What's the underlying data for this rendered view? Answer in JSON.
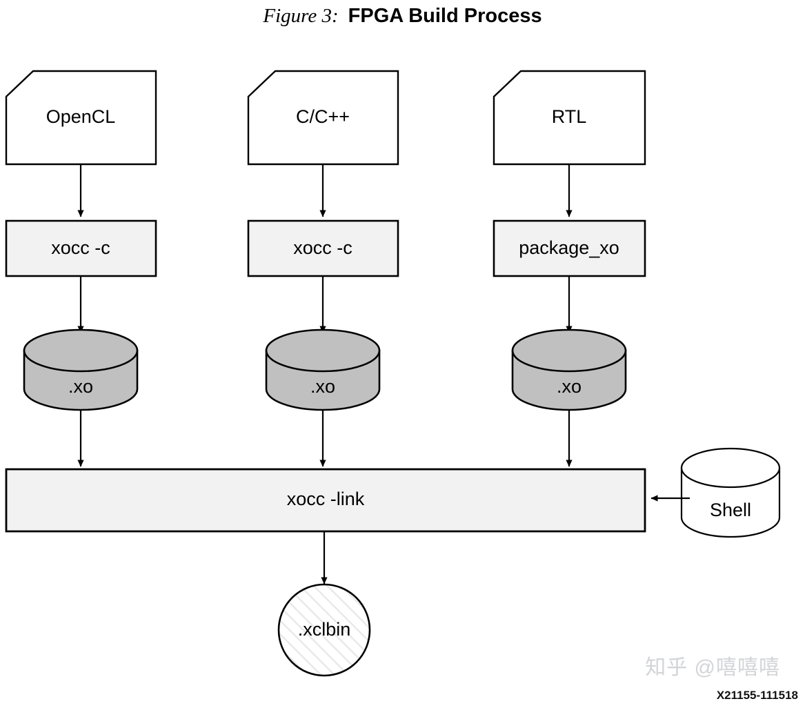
{
  "figure": {
    "number_label": "Figure 3:",
    "title": "FPGA Build Process",
    "figure_id": "X21155-111518",
    "watermark": "知乎 @嘻嘻嘻"
  },
  "colors": {
    "stroke": "#000000",
    "process_fill": "#f2f2f2",
    "object_fill": "#c0c0c0",
    "white_fill": "#ffffff",
    "hatch_line": "#e8e8ea",
    "watermark": "#d2d4d8"
  },
  "nodes": {
    "sources": [
      {
        "id": "opencl",
        "label": "OpenCL",
        "shape": "document-folded-corner"
      },
      {
        "id": "cpp",
        "label": "C/C++",
        "shape": "document-folded-corner"
      },
      {
        "id": "rtl",
        "label": "RTL",
        "shape": "document-folded-corner"
      }
    ],
    "compilers": [
      {
        "id": "xocc-c-1",
        "label": "xocc -c",
        "shape": "process-box"
      },
      {
        "id": "xocc-c-2",
        "label": "xocc -c",
        "shape": "process-box"
      },
      {
        "id": "package-xo",
        "label": "package_xo",
        "shape": "process-box"
      }
    ],
    "objects": [
      {
        "id": "xo-1",
        "label": ".xo",
        "shape": "cylinder"
      },
      {
        "id": "xo-2",
        "label": ".xo",
        "shape": "cylinder"
      },
      {
        "id": "xo-3",
        "label": ".xo",
        "shape": "cylinder"
      }
    ],
    "linker": {
      "id": "xocc-link",
      "label": "xocc -link",
      "shape": "process-bar"
    },
    "shell": {
      "id": "shell",
      "label": "Shell",
      "shape": "cylinder"
    },
    "output": {
      "id": "xclbin",
      "label": ".xclbin",
      "shape": "hatched-circle"
    }
  },
  "edges": [
    {
      "from": "opencl",
      "to": "xocc-c-1",
      "direction": "down"
    },
    {
      "from": "cpp",
      "to": "xocc-c-2",
      "direction": "down"
    },
    {
      "from": "rtl",
      "to": "package-xo",
      "direction": "down"
    },
    {
      "from": "xocc-c-1",
      "to": "xo-1",
      "direction": "down"
    },
    {
      "from": "xocc-c-2",
      "to": "xo-2",
      "direction": "down"
    },
    {
      "from": "package-xo",
      "to": "xo-3",
      "direction": "down"
    },
    {
      "from": "xo-1",
      "to": "xocc-link",
      "direction": "down"
    },
    {
      "from": "xo-2",
      "to": "xocc-link",
      "direction": "down"
    },
    {
      "from": "xo-3",
      "to": "xocc-link",
      "direction": "down"
    },
    {
      "from": "shell",
      "to": "xocc-link",
      "direction": "left"
    },
    {
      "from": "xocc-link",
      "to": "xclbin",
      "direction": "down"
    }
  ]
}
